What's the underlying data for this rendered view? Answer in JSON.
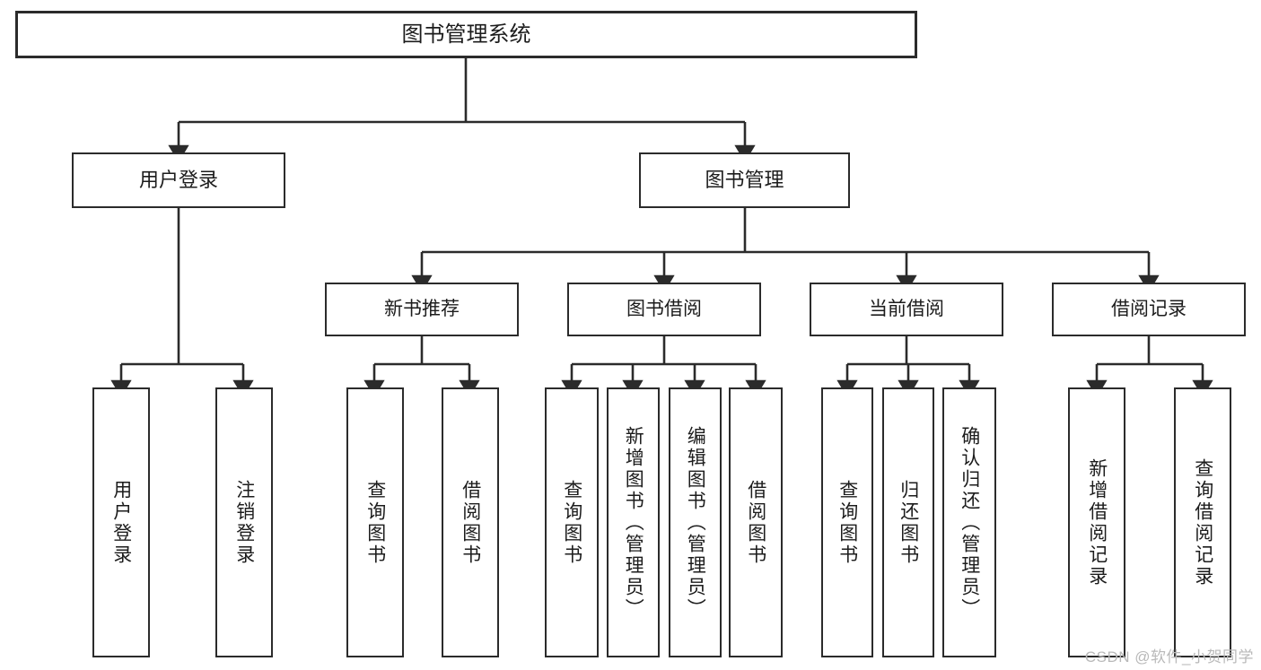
{
  "diagram": {
    "title": "图书管理系统",
    "type": "hierarchy-tree",
    "root": {
      "label": "图书管理系统"
    },
    "level2": [
      {
        "label": "用户登录"
      },
      {
        "label": "图书管理"
      }
    ],
    "level3": [
      {
        "label": "新书推荐"
      },
      {
        "label": "图书借阅"
      },
      {
        "label": "当前借阅"
      },
      {
        "label": "借阅记录"
      }
    ],
    "leaves": [
      {
        "label": "用户登录"
      },
      {
        "label": "注销登录"
      },
      {
        "label": "查询图书"
      },
      {
        "label": "借阅图书"
      },
      {
        "label": "查询图书"
      },
      {
        "label": "新增图书（管理员）"
      },
      {
        "label": "编辑图书（管理员）"
      },
      {
        "label": "借阅图书"
      },
      {
        "label": "查询图书"
      },
      {
        "label": "归还图书"
      },
      {
        "label": "确认归还（管理员）"
      },
      {
        "label": "新增借阅记录"
      },
      {
        "label": "查询借阅记录"
      }
    ]
  },
  "watermark": {
    "text": "CSDN @软件_小贺同学"
  },
  "colors": {
    "stroke": "#2b2b2b",
    "fill": "#ffffff",
    "text": "#1c1c1c",
    "watermark": "#b9b9b9"
  }
}
